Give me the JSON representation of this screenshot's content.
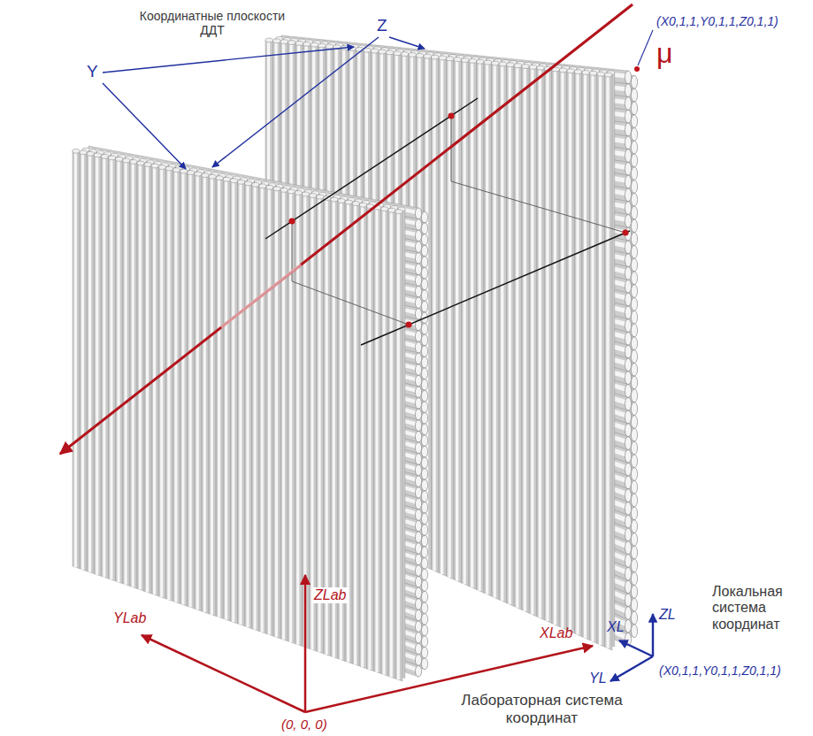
{
  "diagram": {
    "labels": [
      "Координатные плоскости ДДТ",
      "Z",
      "μ",
      "Y",
      "(X0,1,1,Y0,1,1,Z0,1,1)",
      "ZL",
      "Локальная система координат",
      "XL",
      "(X0,1,1,Y0,1,1,Z0,1,1)",
      "YL",
      "YLab",
      "ZLab",
      "XLab",
      "Лабораторная система координат",
      "(0, 0, 0)"
    ]
  }
}
